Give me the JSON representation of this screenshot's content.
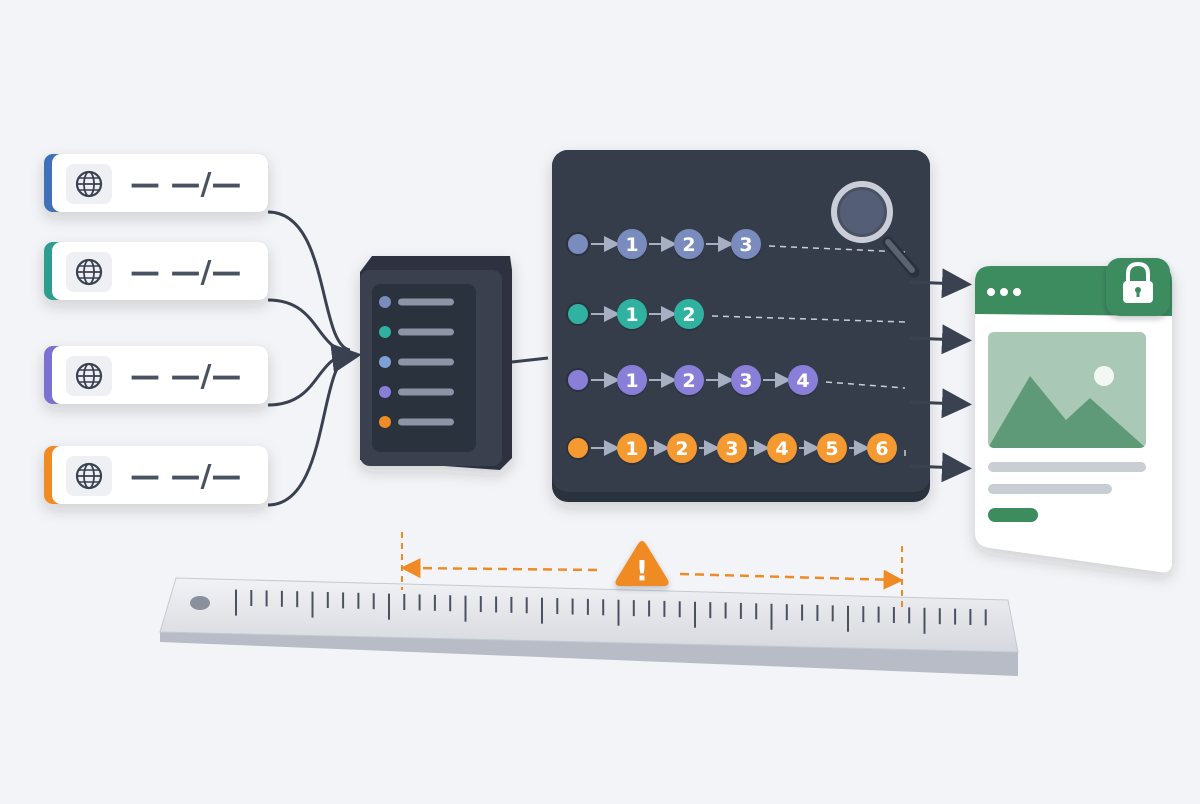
{
  "colors": {
    "background": "#f3f4f7",
    "panel": "#363d4b",
    "blue": "#3f6fb5",
    "teal": "#2f9d8f",
    "purple": "#7b6fd0",
    "orange": "#f08a24",
    "green": "#3c8c5e",
    "line": "#3a4150"
  },
  "sources": [
    {
      "icon": "globe-icon",
      "color": "#3f6fb5",
      "label": "— —/—"
    },
    {
      "icon": "globe-icon",
      "color": "#2f9d8f",
      "label": "— —/—"
    },
    {
      "icon": "globe-icon",
      "color": "#7b6fd0",
      "label": "— —/—"
    },
    {
      "icon": "globe-icon",
      "color": "#f08a24",
      "label": "— —/—"
    }
  ],
  "server": {
    "icon": "server-icon",
    "indicator_colors": [
      "#7a8bbd",
      "#2fb3a0",
      "#7fa0d6",
      "#8a7fd8",
      "#f08a24"
    ]
  },
  "queue": {
    "icon": "magnifier-icon",
    "rows": [
      {
        "color": "#7a8bbd",
        "steps": [
          "1",
          "2",
          "3"
        ]
      },
      {
        "color": "#2fb3a0",
        "steps": [
          "1",
          "2"
        ]
      },
      {
        "color": "#8a7fd8",
        "steps": [
          "1",
          "2",
          "3",
          "4"
        ]
      },
      {
        "color": "#f59a30",
        "steps": [
          "1",
          "2",
          "3",
          "4",
          "5",
          "6"
        ]
      }
    ]
  },
  "browser": {
    "lock_icon": "lock-icon",
    "image_icon": "image-placeholder-icon",
    "accent": "#3c8c5e"
  },
  "ruler": {
    "warning_icon": "warning-icon",
    "warning_symbol": "!"
  }
}
